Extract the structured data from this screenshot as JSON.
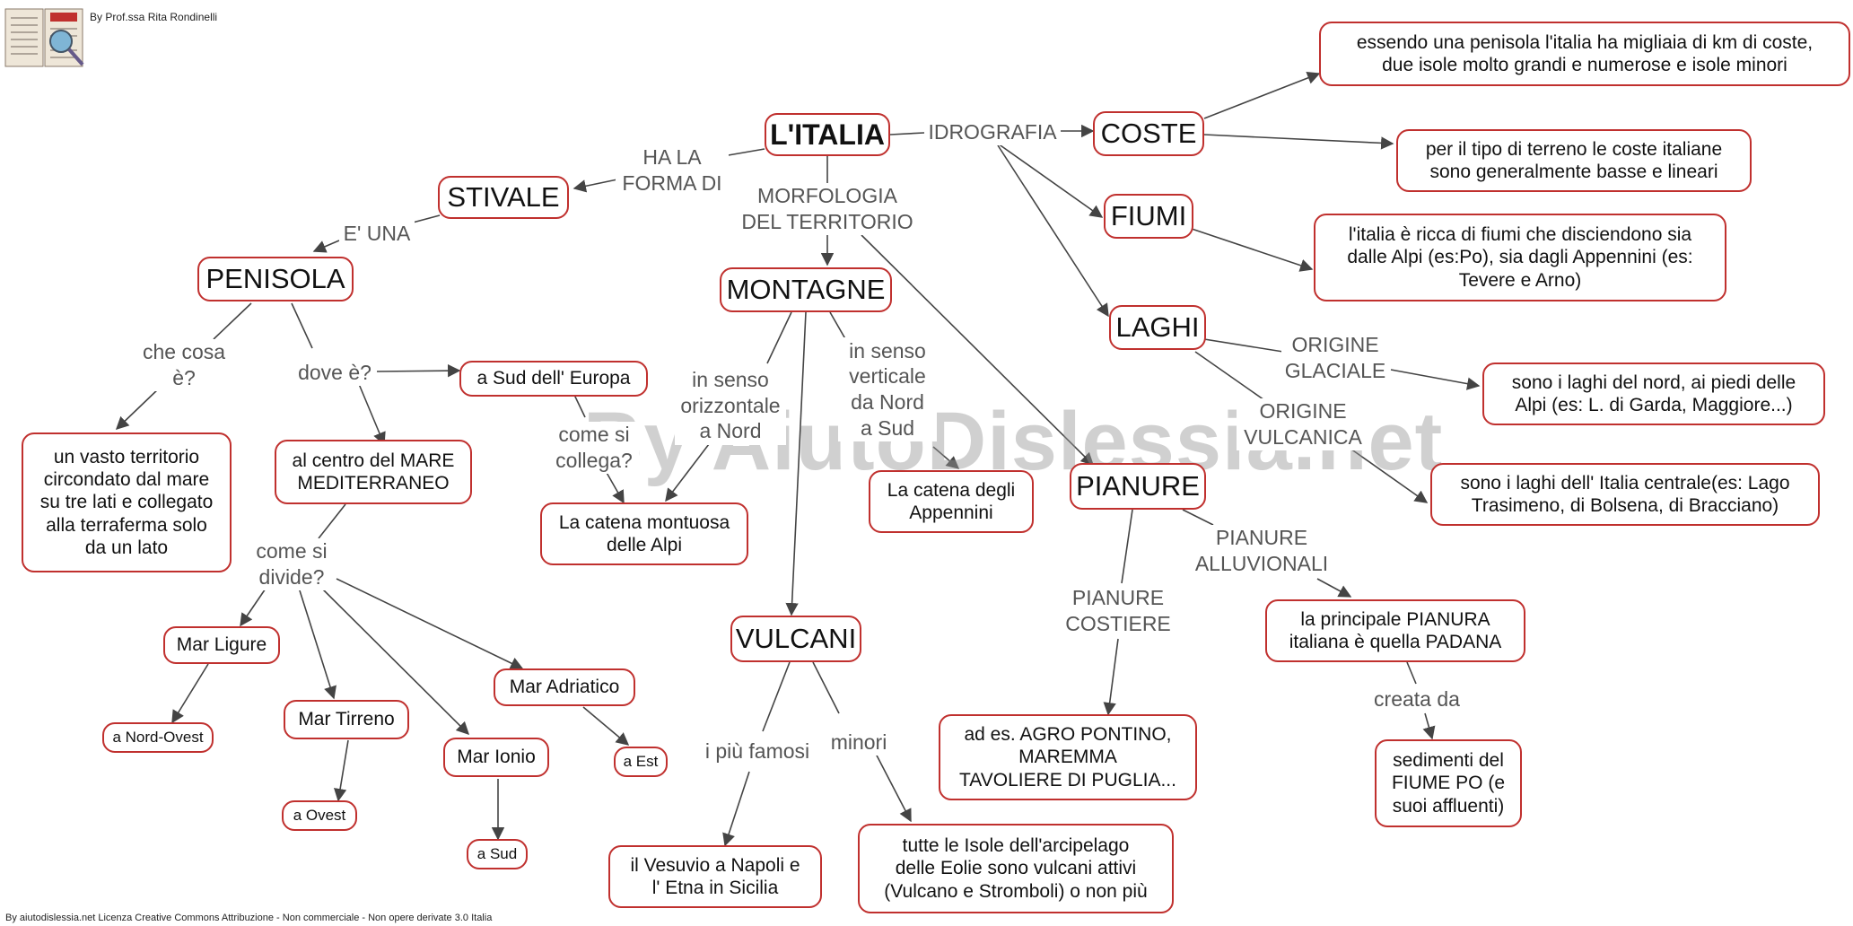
{
  "header": {
    "credit": "By Prof.ssa Rita Rondinelli"
  },
  "footer": {
    "license": "By aiutodislessia.net Licenza Creative Commons Attribuzione - Non commerciale - Non opere derivate 3.0 Italia"
  },
  "watermark": "By AiutoDislessia.net",
  "colors": {
    "node_border": "#c0302e",
    "arrow": "#444444",
    "label_text": "#555555"
  },
  "nodes": {
    "italia": "L'ITALIA",
    "stivale": "STIVALE",
    "penisola": "PENISOLA",
    "territorio": "un vasto territorio\ncircondato dal mare\nsu tre lati e collegato\nalla terraferma solo\nda un lato",
    "centro_mare": "al centro del MARE\nMEDITERRANEO",
    "sud_europa": "a Sud dell' Europa",
    "alpi": "La catena montuosa\ndelle Alpi",
    "mar_ligure": "Mar Ligure",
    "nord_ovest": "a Nord-Ovest",
    "mar_tirreno": "Mar Tirreno",
    "ovest": "a Ovest",
    "mar_ionio": "Mar Ionio",
    "sud": "a Sud",
    "mar_adriatico": "Mar Adriatico",
    "est": "a Est",
    "montagne": "MONTAGNE",
    "appennini": "La catena degli\nAppennini",
    "vulcani": "VULCANI",
    "vesuvio": "il Vesuvio a Napoli e\nl' Etna in Sicilia",
    "eolie": "tutte le Isole dell'arcipelago\ndelle Eolie sono vulcani attivi\n(Vulcano e Stromboli) o non più",
    "coste": "COSTE",
    "coste_desc1": "essendo una penisola l'italia ha migliaia di km di coste,\ndue isole molto grandi e numerose e isole minori",
    "coste_desc2": "per il tipo di terreno le coste italiane\nsono generalmente basse e lineari",
    "fiumi": "FIUMI",
    "fiumi_desc": "l'italia è ricca di fiumi che disciendono sia\ndalle Alpi (es:Po), sia dagli Appennini (es:\nTevere e Arno)",
    "laghi": "LAGHI",
    "laghi_nord": "sono i laghi del nord, ai piedi delle\nAlpi (es: L. di Garda, Maggiore...)",
    "laghi_centro": "sono i laghi dell' Italia centrale(es: Lago\nTrasimeno, di Bolsena, di Bracciano)",
    "pianure": "PIANURE",
    "agro": "ad es. AGRO PONTINO,\nMAREMMA\nTAVOLIERE DI PUGLIA...",
    "padana": "la principale PIANURA\nitaliana è quella PADANA",
    "sedimenti": "sedimenti del\nFIUME PO (e\nsuoi affluenti)"
  },
  "labels": {
    "ha_la_forma": "HA LA\nFORMA DI",
    "e_una": "E' UNA",
    "che_cosa": "che cosa\nè?",
    "dove": "dove è?",
    "come_si_divide": "come si\ndivide?",
    "come_si_collega": "come si\ncollega?",
    "morfologia": "MORFOLOGIA\nDEL TERRITORIO",
    "idrografia": "IDROGRAFIA",
    "orizzontale": "in senso\norizzontale\na Nord",
    "verticale": "in senso\nverticale\nda Nord\na Sud",
    "piu_famosi": "i più famosi",
    "minori": "minori",
    "origine_glaciale": "ORIGINE\nGLACIALE",
    "origine_vulcanica": "ORIGINE\nVULCANICA",
    "pianure_costiere": "PIANURE\nCOSTIERE",
    "pianure_alluvionali": "PIANURE\nALLUVIONALI",
    "creata_da": "creata da"
  }
}
